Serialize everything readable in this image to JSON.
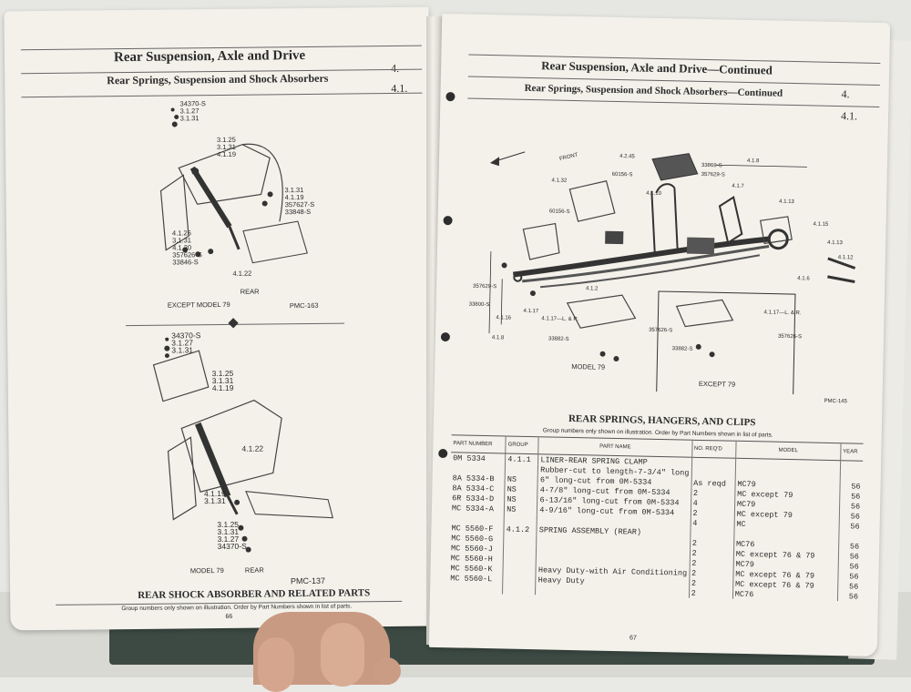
{
  "left": {
    "header_title": "Rear Suspension, Axle and Drive",
    "header_num": "4.",
    "sub_title": "Rear Springs, Suspension and Shock Absorbers",
    "sub_num": "4.1.",
    "fig1": {
      "callouts_top": [
        "34370-S",
        "3.1.27",
        "3.1.31"
      ],
      "callouts_mid": [
        "3.1.25",
        "3.1.31",
        "4.1.19"
      ],
      "callouts_right": [
        "3.1.31",
        "4.1.19",
        "357627-S",
        "33848-S"
      ],
      "callouts_left": [
        "4.1.26",
        "3.1.31",
        "4.1.20",
        "357626-S",
        "33846-S"
      ],
      "bottom_label": "4.1.22",
      "caption_rear": "REAR",
      "caption_model": "EXCEPT MODEL 79",
      "caption_code": "PMC-163"
    },
    "fig2": {
      "callouts_top": [
        "34370-S",
        "3.1.27",
        "3.1.31"
      ],
      "callouts_mid": [
        "3.1.25",
        "3.1.31",
        "4.1.19"
      ],
      "label_shock": "4.1.22",
      "callouts_lower": [
        "4.1.19",
        "3.1.31"
      ],
      "callouts_bottom": [
        "3.1.25",
        "3.1.31",
        "3.1.27",
        "34370-S"
      ],
      "caption_model": "MODEL 79",
      "caption_rear": "REAR",
      "caption_code": "PMC-137"
    },
    "section_title": "REAR SHOCK ABSORBER AND RELATED PARTS",
    "section_note": "Group numbers only shown on illustration. Order by Part Numbers shown in list of parts.",
    "page_number": "66"
  },
  "right": {
    "header_title": "Rear Suspension, Axle and Drive—Continued",
    "header_num": "4.",
    "sub_title": "Rear Springs, Suspension and Shock Absorbers—Continued",
    "sub_num": "4.1.",
    "figure": {
      "front_label": "FRONT",
      "callouts": [
        "4.2.45",
        "4.1.32",
        "60156-S",
        "60156-S",
        "4.1.10",
        "33869-S",
        "357629-S",
        "4.1.8",
        "4.1.7",
        "4.1.13",
        "4.1.15",
        "4.1.13",
        "4.1.12",
        "4.1.6",
        "4.1.2",
        "357629-S",
        "33800-S",
        "4.1.17",
        "4.1.16",
        "4.1.8",
        "4.1.17—L. & R.",
        "357626-S",
        "33882-S",
        "4.1.17—L. & R.",
        "357626-S",
        "33882-S"
      ],
      "caption_model": "MODEL 79",
      "caption_except": "EXCEPT 79",
      "caption_code": "PMC-145"
    },
    "section_title": "REAR SPRINGS, HANGERS, AND CLIPS",
    "section_note": "Group numbers only shown on illustration. Order by Part Numbers shown in list of parts.",
    "table": {
      "headers": [
        "PART NUMBER",
        "GROUP",
        "PART NAME",
        "NO. REQ'D",
        "MODEL",
        "YEAR"
      ],
      "rows": [
        {
          "part": "0M 5334",
          "group": "4.1.1",
          "name": "LINER-REAR SPRING CLAMP",
          "qty": "",
          "model": "",
          "year": ""
        },
        {
          "part": "",
          "group": "",
          "name": "Rubber-cut to length-7-3/4\" long",
          "qty": "",
          "model": "",
          "year": ""
        },
        {
          "part": "8A 5334-B",
          "group": "NS",
          "name": "6\" long-cut from 0M-5334",
          "qty": "As reqd",
          "model": "MC79",
          "year": "56"
        },
        {
          "part": "8A 5334-C",
          "group": "NS",
          "name": "4-7/8\" long-cut from 0M-5334",
          "qty": "2",
          "model": "MC except 79",
          "year": "56"
        },
        {
          "part": "6R 5334-D",
          "group": "NS",
          "name": "6-13/16\" long-cut from 0M-5334",
          "qty": "4",
          "model": "MC79",
          "year": "56"
        },
        {
          "part": "MC 5334-A",
          "group": "NS",
          "name": "4-9/16\" long-cut from 0M-5334",
          "qty": "2",
          "model": "MC except 79",
          "year": "56"
        },
        {
          "part": "",
          "group": "",
          "name": "",
          "qty": "4",
          "model": "MC",
          "year": "56"
        },
        {
          "part": "MC 5560-F",
          "group": "4.1.2",
          "name": "SPRING ASSEMBLY (REAR)",
          "qty": "",
          "model": "",
          "year": ""
        },
        {
          "part": "MC 5560-G",
          "group": "",
          "name": "",
          "qty": "2",
          "model": "MC76",
          "year": "56"
        },
        {
          "part": "MC 5560-J",
          "group": "",
          "name": "",
          "qty": "2",
          "model": "MC except 76 & 79",
          "year": "56"
        },
        {
          "part": "MC 5560-H",
          "group": "",
          "name": "",
          "qty": "2",
          "model": "MC79",
          "year": "56"
        },
        {
          "part": "MC 5560-K",
          "group": "",
          "name": "Heavy Duty-with Air Conditioning",
          "qty": "2",
          "model": "MC except 76 & 79",
          "year": "56"
        },
        {
          "part": "MC 5560-L",
          "group": "",
          "name": "Heavy Duty",
          "qty": "2",
          "model": "MC except 76 & 79",
          "year": "56"
        },
        {
          "part": "",
          "group": "",
          "name": "",
          "qty": "2",
          "model": "MC76",
          "year": "56"
        }
      ]
    },
    "page_number": "67"
  }
}
